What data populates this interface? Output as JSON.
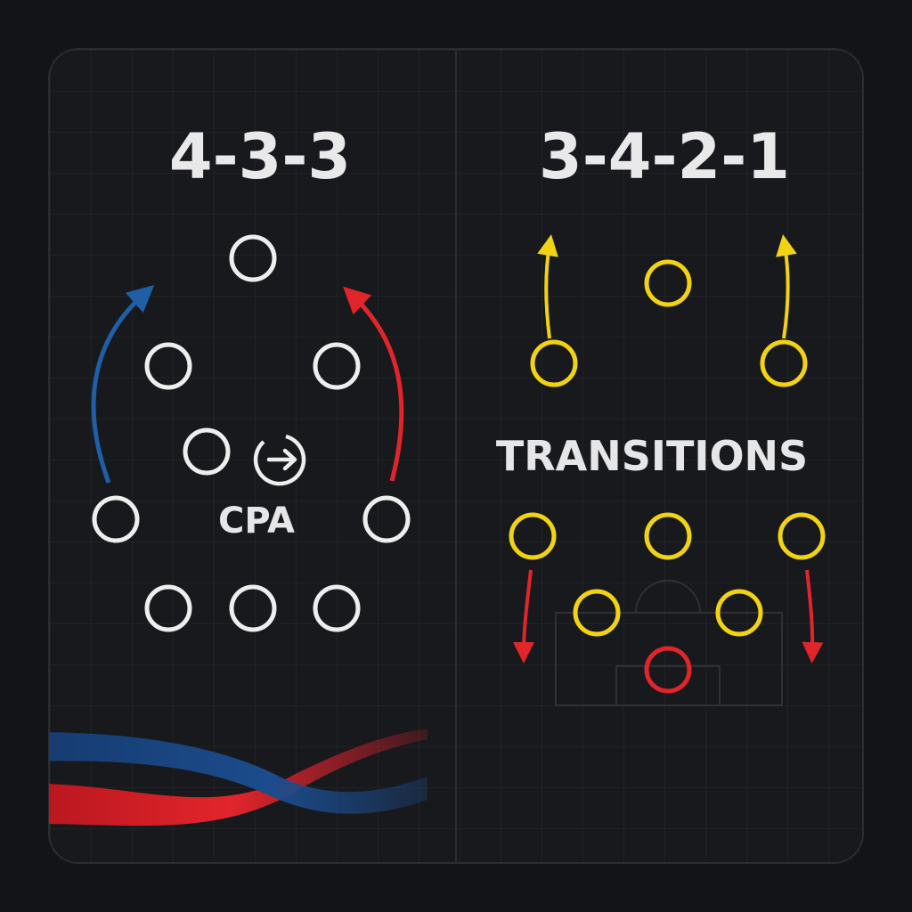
{
  "left_panel": {
    "formation": "4-3-3",
    "center_label": "CPA",
    "player_color": "#eeeeee",
    "left_arrow_color": "#1f5fa6",
    "right_arrow_color": "#e0262b"
  },
  "right_panel": {
    "formation": "3-4-2-1",
    "label": "TRANSITIONS",
    "player_color": "#f2d312",
    "goalkeeper_color": "#e0262b",
    "up_arrow_color": "#f2d312",
    "down_arrow_color": "#e0262b"
  },
  "ribbon_colors": {
    "red": "#d8202a",
    "blue": "#1c4c8c"
  },
  "icons": {
    "center_icon": "arrow-circle-icon"
  }
}
